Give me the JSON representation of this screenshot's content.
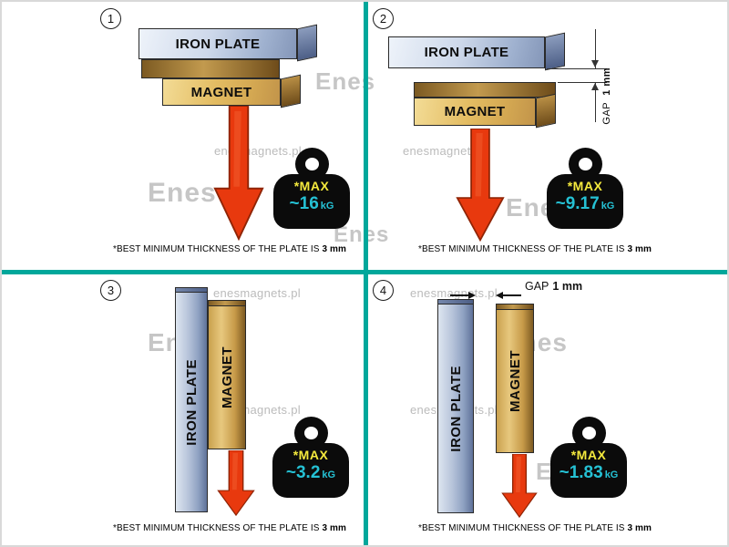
{
  "colors": {
    "divider": "#00a79b",
    "arrow_red": "#e8390e",
    "max_yellow": "#f4e93d",
    "value_cyan": "#25c1d4",
    "steel": "#8fa2c2",
    "gold": "#d4a852"
  },
  "watermark": {
    "site": "enesmagnets.pl",
    "logo": "Enes"
  },
  "panels": [
    {
      "number": "1",
      "plate_label": "IRON PLATE",
      "magnet_label": "MAGNET",
      "weight": {
        "max": "*MAX",
        "value": "~16",
        "unit": "kG"
      },
      "caption": {
        "text": "*BEST MINIMUM THICKNESS OF THE PLATE IS",
        "bold": "3 mm"
      }
    },
    {
      "number": "2",
      "plate_label": "IRON PLATE",
      "magnet_label": "MAGNET",
      "gap": {
        "label": "GAP",
        "value": "1 mm"
      },
      "weight": {
        "max": "*MAX",
        "value": "~9.17",
        "unit": "kG"
      },
      "caption": {
        "text": "*BEST MINIMUM THICKNESS OF THE PLATE IS",
        "bold": "3 mm"
      }
    },
    {
      "number": "3",
      "plate_label": "IRON PLATE",
      "magnet_label": "MAGNET",
      "weight": {
        "max": "*MAX",
        "value": "~3.2",
        "unit": "kG"
      },
      "caption": {
        "text": "*BEST MINIMUM THICKNESS OF THE PLATE IS",
        "bold": "3 mm"
      }
    },
    {
      "number": "4",
      "plate_label": "IRON PLATE",
      "magnet_label": "MAGNET",
      "gap": {
        "label": "GAP",
        "value": "1 mm"
      },
      "weight": {
        "max": "*MAX",
        "value": "~1.83",
        "unit": "kG"
      },
      "caption": {
        "text": "*BEST MINIMUM THICKNESS OF THE PLATE IS",
        "bold": "3 mm"
      }
    }
  ]
}
